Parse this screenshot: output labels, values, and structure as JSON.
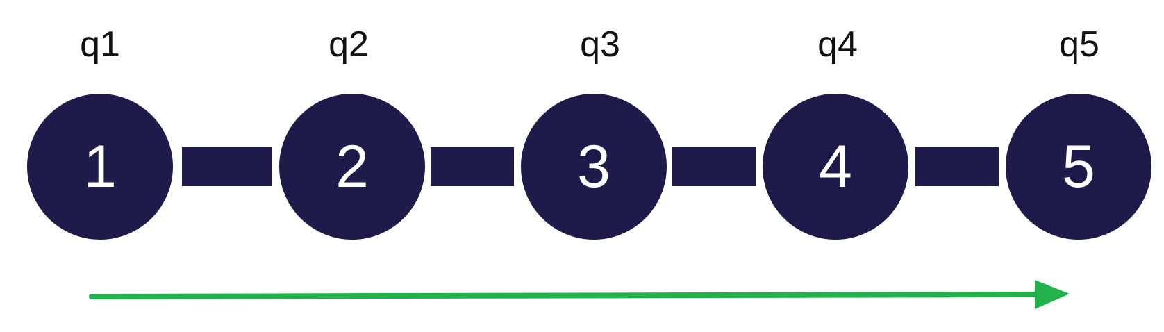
{
  "colors": {
    "node_fill": "#1e1b4b",
    "node_text": "#ffffff",
    "label_text": "#111111",
    "arrow": "#22b14c"
  },
  "nodes": [
    {
      "label": "q1",
      "number": "1"
    },
    {
      "label": "q2",
      "number": "2"
    },
    {
      "label": "q3",
      "number": "3"
    },
    {
      "label": "q4",
      "number": "4"
    },
    {
      "label": "q5",
      "number": "5"
    }
  ]
}
